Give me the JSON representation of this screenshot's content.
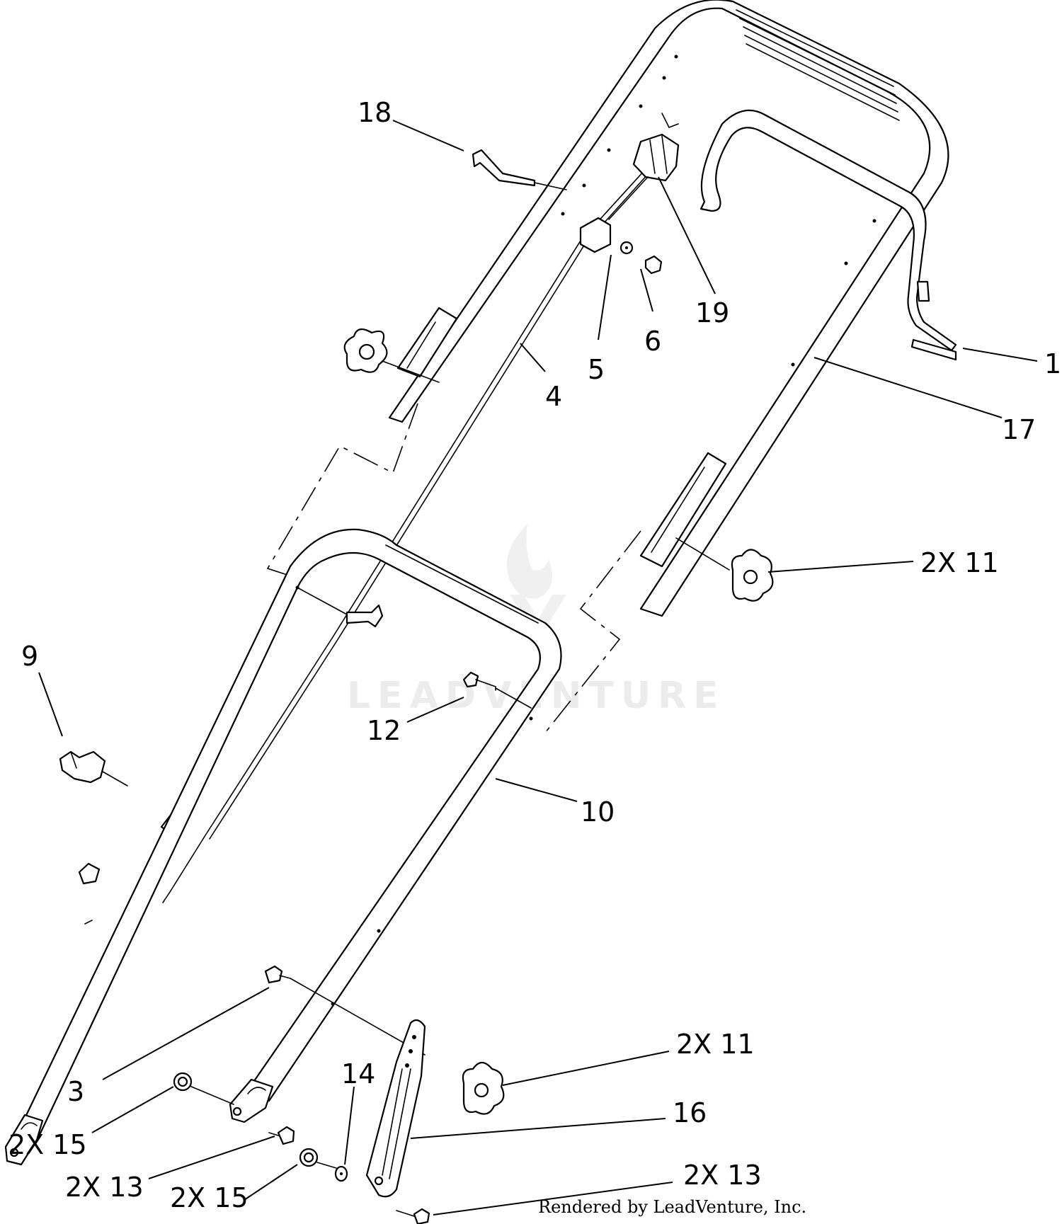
{
  "diagram": {
    "watermark": "LEADVENTURE",
    "credit": "Rendered by LeadVenture, Inc.",
    "callouts": [
      {
        "id": "18",
        "text": "18"
      },
      {
        "id": "19",
        "text": "19"
      },
      {
        "id": "5",
        "text": "5"
      },
      {
        "id": "6",
        "text": "6"
      },
      {
        "id": "4",
        "text": "4"
      },
      {
        "id": "1",
        "text": "1"
      },
      {
        "id": "17",
        "text": "17"
      },
      {
        "id": "2x11-upper",
        "text": "2X 11"
      },
      {
        "id": "9",
        "text": "9"
      },
      {
        "id": "12",
        "text": "12"
      },
      {
        "id": "10",
        "text": "10"
      },
      {
        "id": "3",
        "text": "3"
      },
      {
        "id": "2x11-lower",
        "text": "2X 11"
      },
      {
        "id": "14",
        "text": "14"
      },
      {
        "id": "16",
        "text": "16"
      },
      {
        "id": "2x15-upper",
        "text": "2X 15"
      },
      {
        "id": "2x13-upper",
        "text": "2X 13"
      },
      {
        "id": "2x15-lower",
        "text": "2X 15"
      },
      {
        "id": "2x13-lower",
        "text": "2X 13"
      }
    ]
  }
}
